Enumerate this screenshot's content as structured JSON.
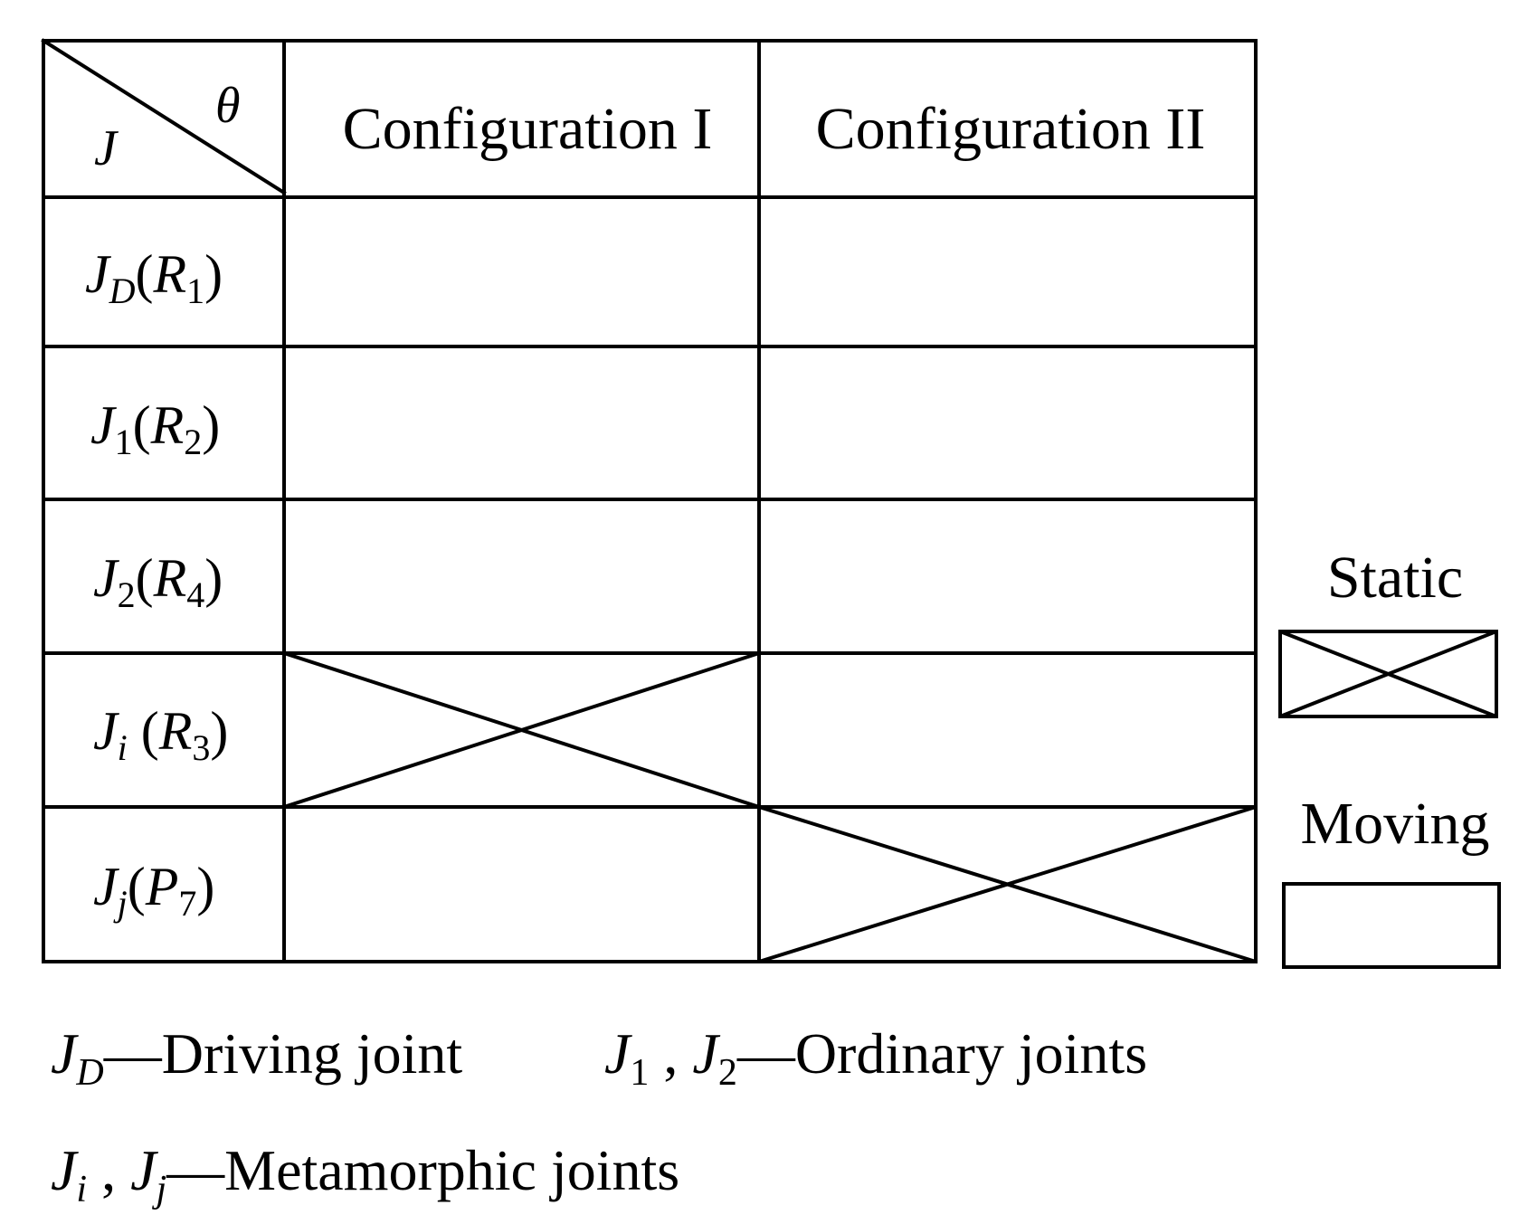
{
  "table": {
    "corner": {
      "row_label": "J",
      "col_label": "θ"
    },
    "columns": [
      "Configuration I",
      "Configuration II"
    ],
    "rows": [
      {
        "main": "J",
        "sub": "D",
        "paren_main": "R",
        "paren_sub": "1",
        "states": [
          "moving",
          "moving"
        ]
      },
      {
        "main": "J",
        "sub": "1",
        "paren_main": "R",
        "paren_sub": "2",
        "states": [
          "moving",
          "moving"
        ]
      },
      {
        "main": "J",
        "sub": "2",
        "paren_main": "R",
        "paren_sub": "4",
        "states": [
          "moving",
          "moving"
        ]
      },
      {
        "main": "J",
        "sub": "i",
        "paren_main": "R",
        "paren_sub": "3",
        "states": [
          "static",
          "moving"
        ]
      },
      {
        "main": "J",
        "sub": "j",
        "paren_main": "P",
        "paren_sub": "7",
        "states": [
          "moving",
          "static"
        ]
      }
    ]
  },
  "legend": {
    "static_label": "Static",
    "moving_label": "Moving"
  },
  "notes": {
    "line1": {
      "a_main": "J",
      "a_sub": "D",
      "a_text": "—Driving joint",
      "b1_main": "J",
      "b1_sub": "1",
      "b_sep": " , ",
      "b2_main": "J",
      "b2_sub": "2",
      "b_text": "—Ordinary joints"
    },
    "line2": {
      "c1_main": "J",
      "c1_sub": "i",
      "c_sep": " ,  ",
      "c2_main": "J",
      "c2_sub": "j",
      "c_text": "—Metamorphic joints"
    }
  }
}
